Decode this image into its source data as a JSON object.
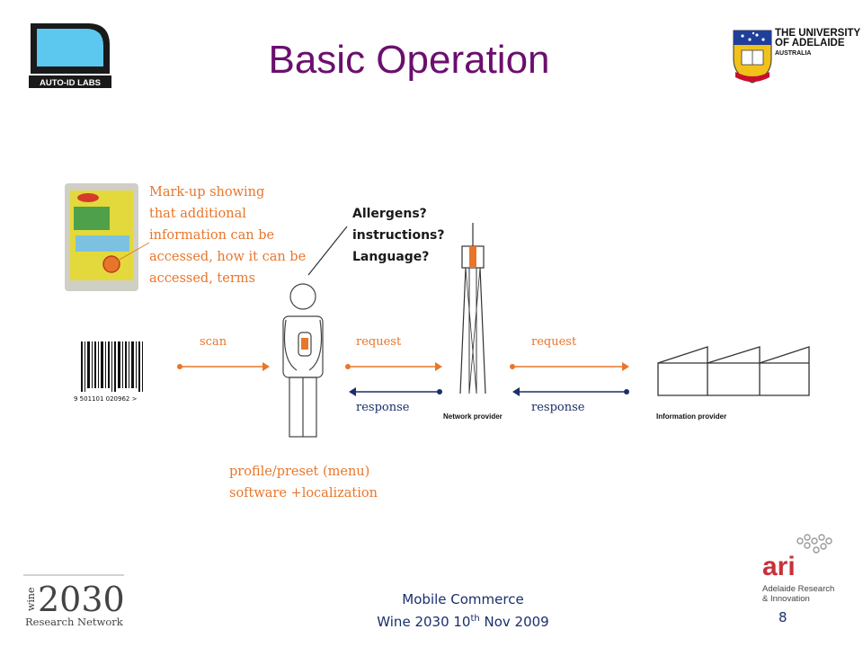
{
  "slide": {
    "title": "Basic Operation",
    "page_number": "8"
  },
  "header": {
    "autoid_logo_text": "AUTO-ID LABS",
    "university_line1": "THE UNIVERSITY",
    "university_line2": "OF ADELAIDE",
    "university_line3": "AUSTRALIA"
  },
  "diagram": {
    "markup_note": [
      "Mark-up showing",
      "that additional",
      "information can be",
      "accessed, how it can be",
      "accessed, terms"
    ],
    "questions": [
      "Allergens?",
      "instructions?",
      "Language?"
    ],
    "barcode_digits": "9 501101 020962 >",
    "scan_label": "scan",
    "request_label_1": "request",
    "response_label_1": "response",
    "request_label_2": "request",
    "response_label_2": "response",
    "network_provider_label": "Network provider",
    "information_provider_label": "Information provider",
    "profile_note": [
      "profile/preset (menu)",
      "software +localization"
    ]
  },
  "footer": {
    "line1": "Mobile Commerce",
    "line2_prefix": "Wine 2030 10",
    "line2_sup": "th",
    "line2_suffix": " Nov 2009",
    "wine_vertical": "wine",
    "wine_number": "2030",
    "wine_network": "Research Network",
    "ari_mark": "ari",
    "ari_line1": "Adelaide Research",
    "ari_line2": "& Innovation"
  },
  "colors": {
    "title": "#6b0f6e",
    "orange": "#e8762a",
    "navy": "#1a2f6b"
  }
}
